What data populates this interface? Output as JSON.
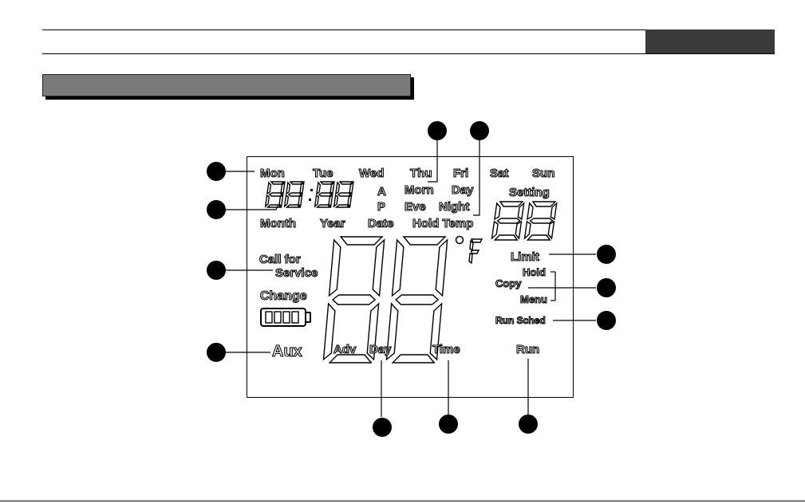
{
  "lcd": {
    "days": [
      "Mon",
      "Tue",
      "Wed",
      "Thu",
      "Fri",
      "Sat",
      "Sun"
    ],
    "periods": {
      "morn": "Morn",
      "day": "Day",
      "eve": "Eve",
      "night": "Night"
    },
    "ampm": {
      "a": "A",
      "p": "P"
    },
    "setting": "Setting",
    "date_labels": {
      "month": "Month",
      "year": "Year",
      "date": "Date"
    },
    "hold_temp": "Hold Temp",
    "call_for": "Call for",
    "service": "Service",
    "change": "Change",
    "aux": "Aux",
    "degree_unit": "°F",
    "limit": "Limit",
    "hold": "Hold",
    "copy": "Copy",
    "menu": "Menu",
    "run_sched": "Run Sched",
    "bottom_labels": {
      "adv": "Adv",
      "day": "Day",
      "time": "Time",
      "run": "Run"
    }
  },
  "colors": {
    "section_bar": "#7a7a7a",
    "top_tab": "#3a3a3a",
    "callout": "#000000"
  }
}
